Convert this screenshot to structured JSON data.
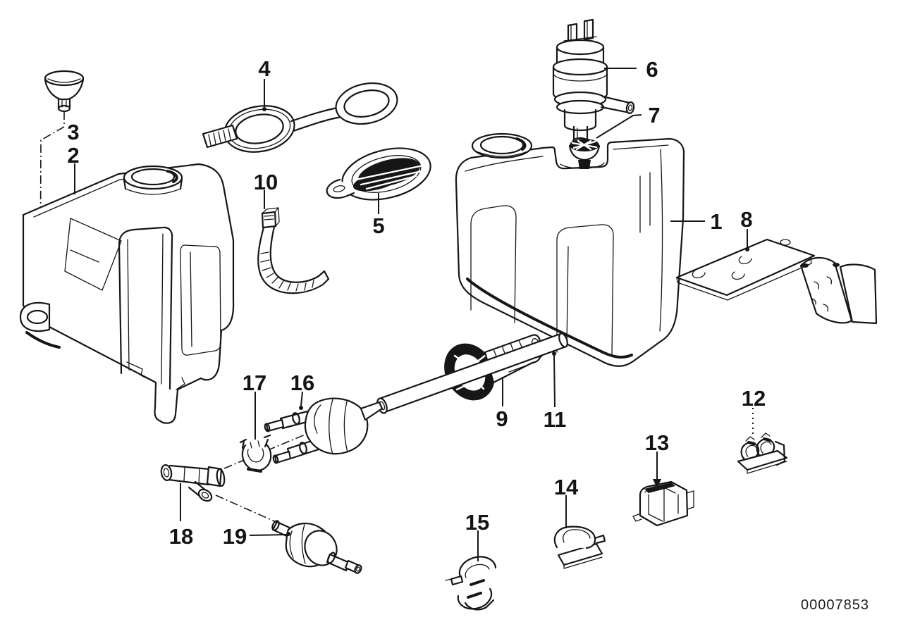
{
  "diagram": {
    "background": "#ffffff",
    "ink": "#161616",
    "drawing_number": "00007853",
    "callouts": [
      {
        "label": "1"
      },
      {
        "label": "2"
      },
      {
        "label": "3"
      },
      {
        "label": "4"
      },
      {
        "label": "5"
      },
      {
        "label": "6"
      },
      {
        "label": "7"
      },
      {
        "label": "8"
      },
      {
        "label": "9"
      },
      {
        "label": "10"
      },
      {
        "label": "11"
      },
      {
        "label": "12"
      },
      {
        "label": "13"
      },
      {
        "label": "14"
      },
      {
        "label": "15"
      },
      {
        "label": "16"
      },
      {
        "label": "17"
      },
      {
        "label": "18"
      },
      {
        "label": "19"
      }
    ]
  }
}
